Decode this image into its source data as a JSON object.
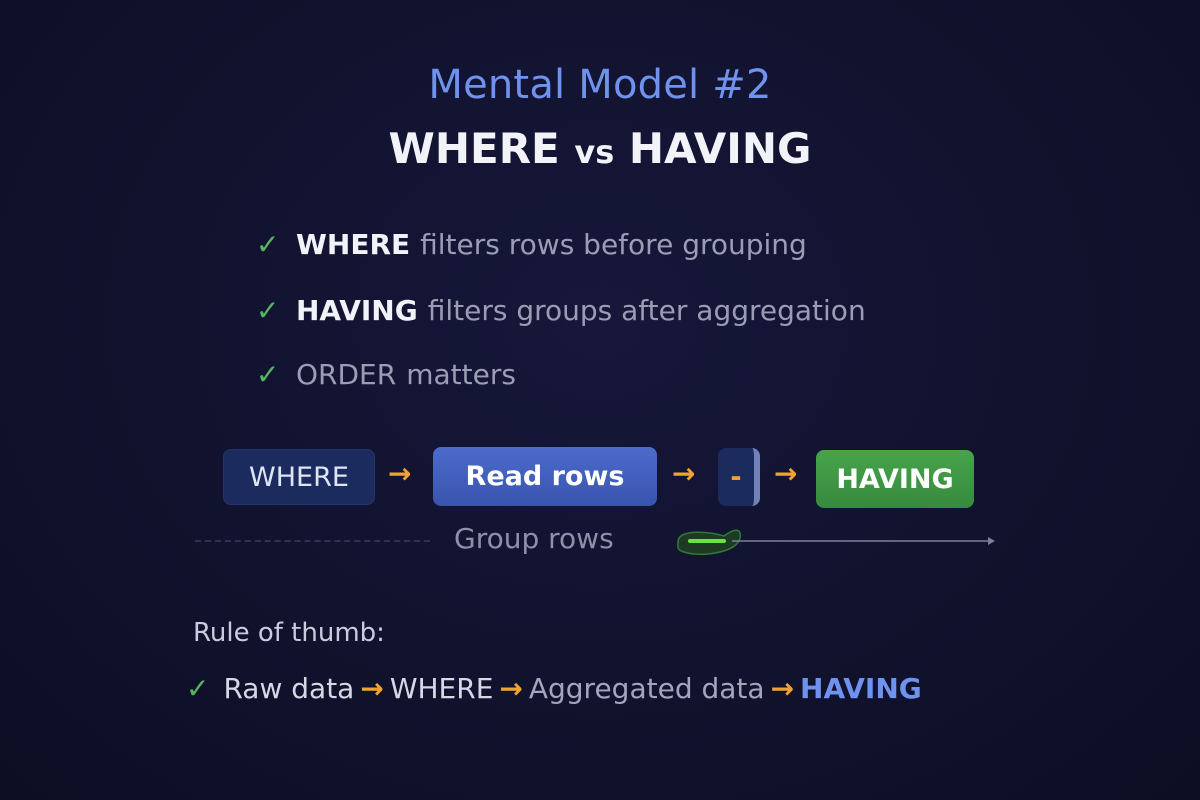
{
  "header": {
    "kicker": "Mental Model #2",
    "title_left": "WHERE",
    "title_vs": "vs",
    "title_right": "HAVING"
  },
  "bullets": [
    {
      "check": "✓",
      "keyword": "WHERE",
      "text": "filters rows before grouping"
    },
    {
      "check": "✓",
      "keyword": "HAVING",
      "text": "filters groups after aggregation"
    },
    {
      "check": "✓",
      "keyword": "ORDER",
      "text": "matters"
    }
  ],
  "flow": {
    "steps": [
      "WHERE",
      "Read rows",
      "-",
      "HAVING"
    ],
    "arrow": "→",
    "group_label": "Group rows"
  },
  "rule_of_thumb": {
    "label": "Rule of thumb:",
    "check": "✓",
    "parts": [
      "Raw data",
      "WHERE",
      "Aggregated data",
      "HAVING"
    ],
    "arrow": "→"
  },
  "colors": {
    "accent_blue": "#6f92ee",
    "check_green": "#57b560",
    "arrow_orange": "#f0a331",
    "having_green": "#46a44b"
  }
}
